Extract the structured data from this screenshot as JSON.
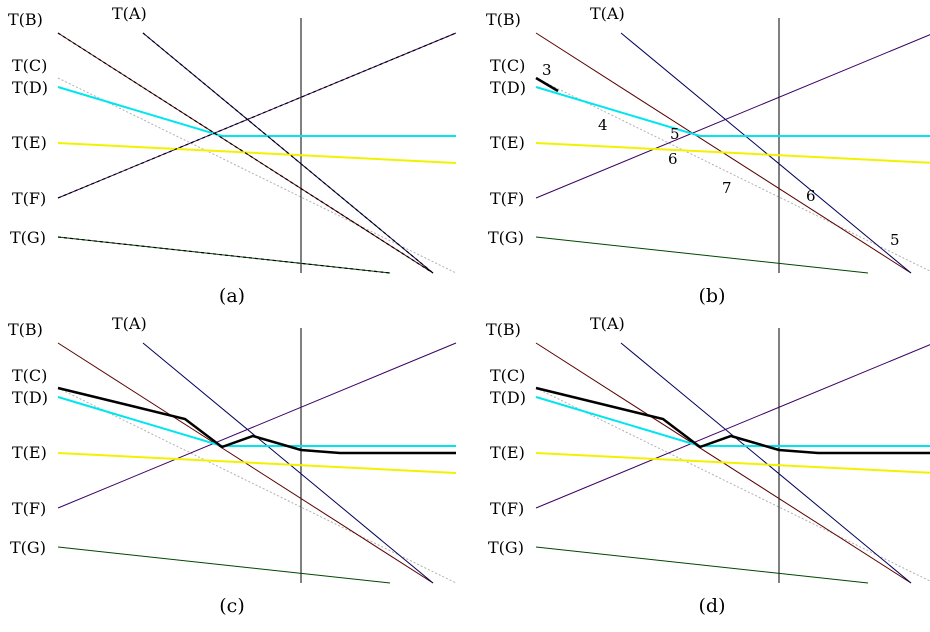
{
  "panels": [
    {
      "id": "a",
      "caption": "(a)",
      "labels": {
        "A": "T(A)",
        "B": "T(B)",
        "C": "T(C)",
        "D": "T(D)",
        "E": "T(E)",
        "F": "T(F)",
        "G": "T(G)"
      },
      "numbers": []
    },
    {
      "id": "b",
      "caption": "(b)",
      "labels": {
        "A": "T(A)",
        "B": "T(B)",
        "C": "T(C)",
        "D": "T(D)",
        "E": "T(E)",
        "F": "T(F)",
        "G": "T(G)"
      },
      "numbers": [
        "3",
        "4",
        "5",
        "6",
        "7",
        "6",
        "5"
      ]
    },
    {
      "id": "c",
      "caption": "(c)",
      "labels": {
        "A": "T(A)",
        "B": "T(B)",
        "C": "T(C)",
        "D": "T(D)",
        "E": "T(E)",
        "F": "T(F)",
        "G": "T(G)"
      },
      "numbers": []
    },
    {
      "id": "d",
      "caption": "(d)",
      "labels": {
        "A": "T(A)",
        "B": "T(B)",
        "C": "T(C)",
        "D": "T(D)",
        "E": "T(E)",
        "F": "T(F)",
        "G": "T(G)"
      },
      "numbers": []
    }
  ],
  "colors": {
    "A": "#00005a",
    "B": "#5a0000",
    "C": "#b0b0b0",
    "D": "#00e5ee",
    "E": "#f2f200",
    "F": "#3c0064",
    "G": "#004600",
    "vertical": "#000000",
    "highlight": "#000000"
  }
}
